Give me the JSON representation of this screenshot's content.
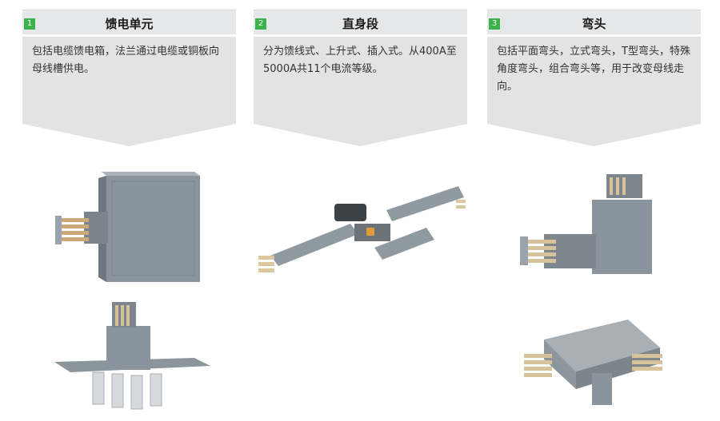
{
  "cards": [
    {
      "number": "1",
      "title": "馈电单元",
      "description": "包括电缆馈电箱，法兰通过电缆或铜板向母线槽供电。"
    },
    {
      "number": "2",
      "title": "直身段",
      "description": "分为馈线式、上升式、插入式。从400A至5000A共11个电流等级。"
    },
    {
      "number": "3",
      "title": "弯头",
      "description": "包括平面弯头，立式弯头，T型弯头，特殊角度弯头，组合弯头等，用于改变母线走向。"
    }
  ],
  "colors": {
    "number_badge": "#3cb34a",
    "panel": "#e3e3e3"
  }
}
